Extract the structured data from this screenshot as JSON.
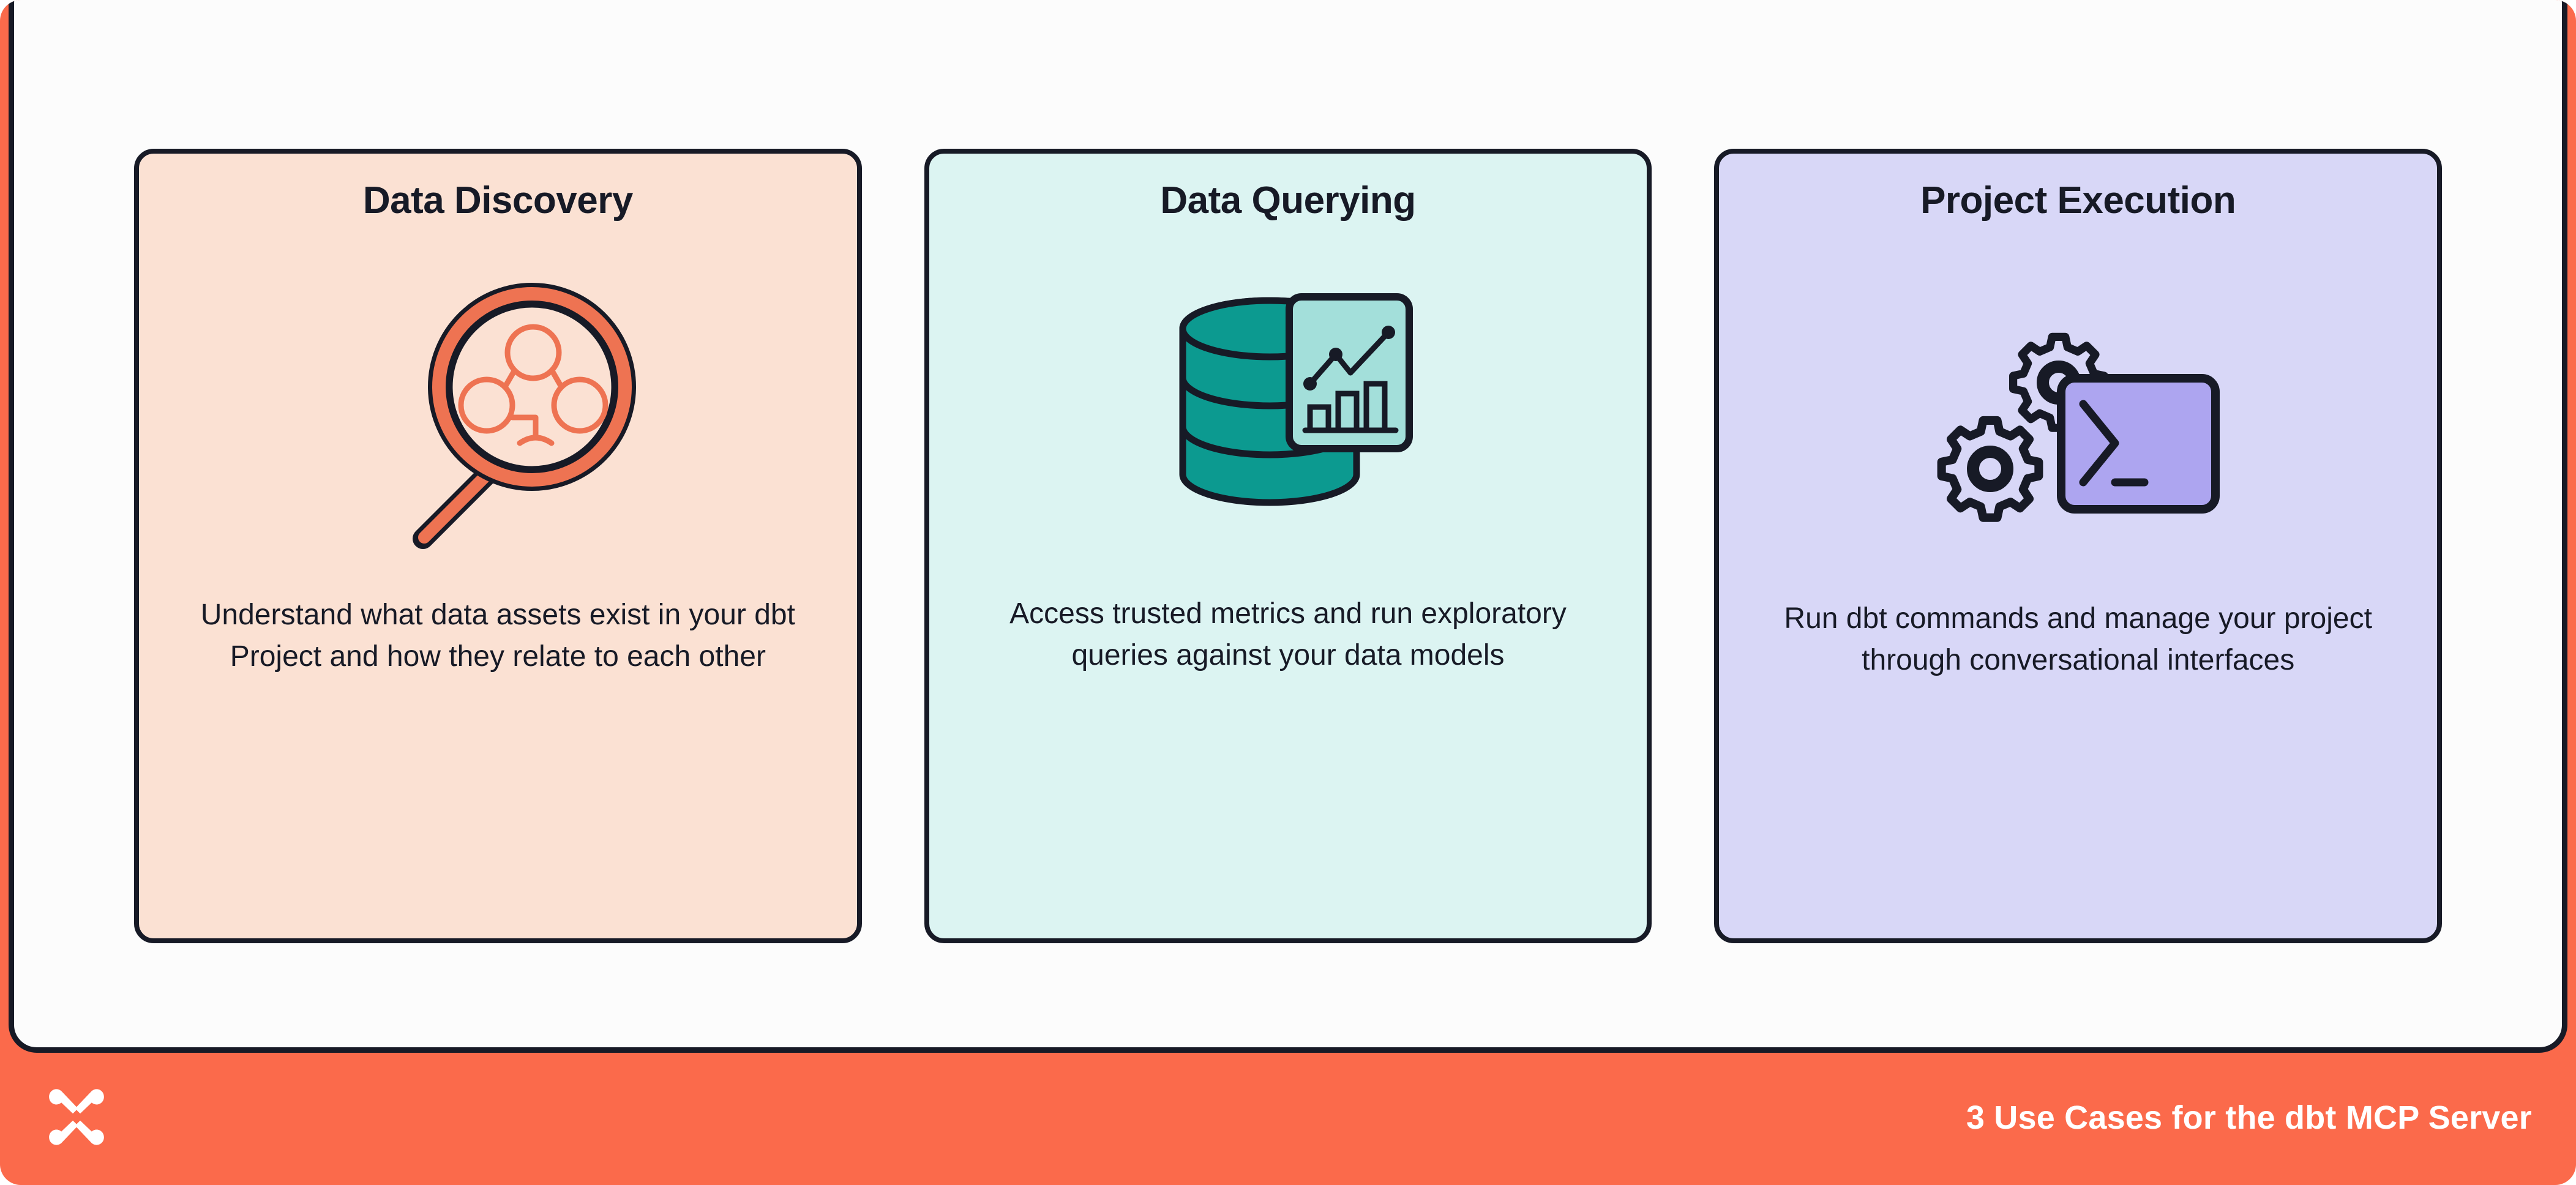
{
  "colors": {
    "frame_orange": "#FB6A4B",
    "panel_white": "#FCFCFC",
    "ink": "#171A26",
    "card1_bg": "#FBE1D3",
    "card2_bg": "#DCF4F2",
    "card3_bg": "#D8D7F7",
    "accent_orange": "#EE7352",
    "accent_teal": "#0C9A90",
    "accent_teal_light": "#A3DFDA",
    "accent_purple": "#ADA5F0"
  },
  "cards": [
    {
      "title": "Data Discovery",
      "icon": "magnifying-glass-lineage-icon",
      "description": "Understand what data assets exist in your dbt Project and how they relate to each other"
    },
    {
      "title": "Data Querying",
      "icon": "database-analytics-icon",
      "description": "Access trusted metrics and run exploratory queries against your data models"
    },
    {
      "title": "Project Execution",
      "icon": "gears-terminal-icon",
      "description": "Run dbt commands and manage your project through conversational interfaces"
    }
  ],
  "footer": {
    "logo_icon": "dbt-logo-icon",
    "text": "3 Use Cases for the dbt MCP Server"
  }
}
